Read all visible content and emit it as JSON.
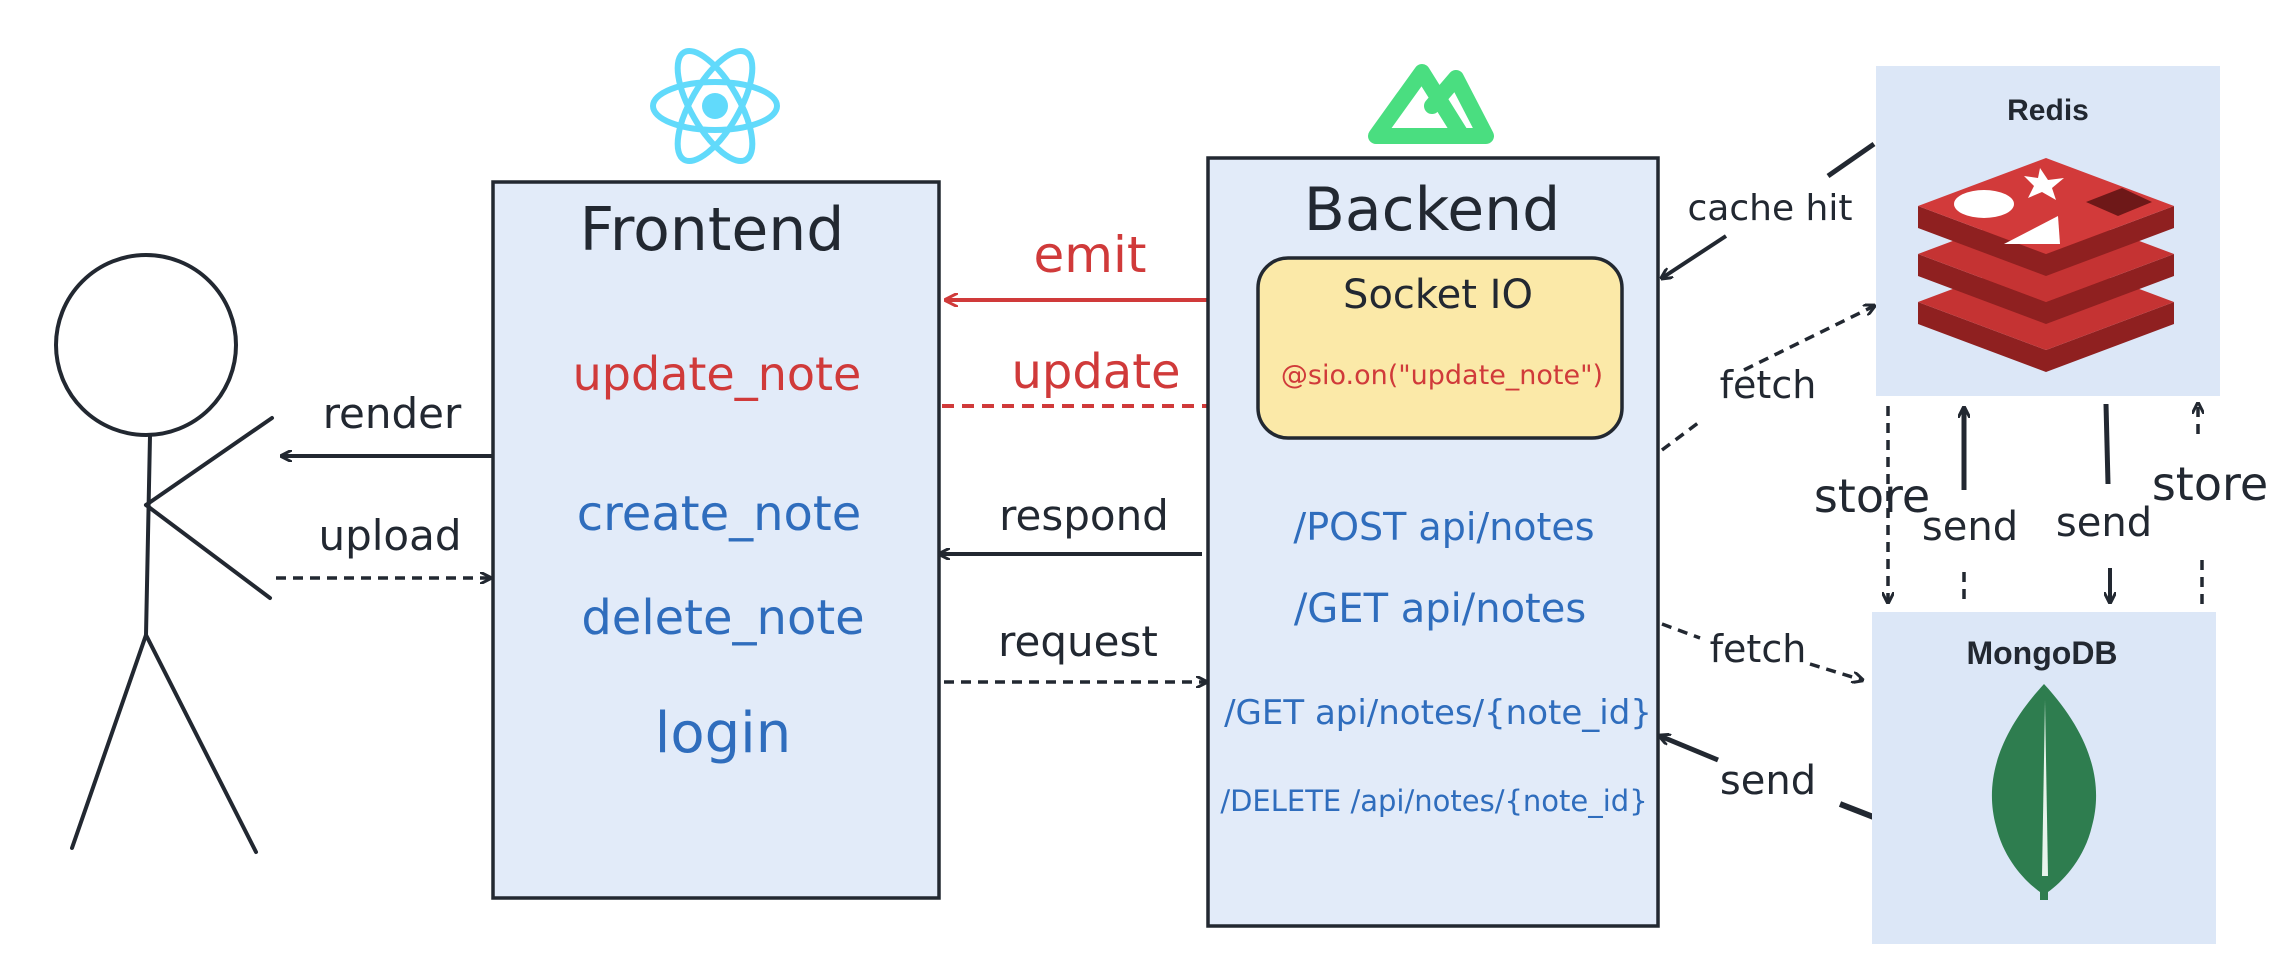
{
  "user_actions": {
    "render": "render",
    "upload": "upload"
  },
  "frontend": {
    "title": "Frontend",
    "logo_icon": "react-logo-icon",
    "items": {
      "update_note": "update_note",
      "create_note": "create_note",
      "delete_note": "delete_note",
      "login": "login"
    }
  },
  "messages": {
    "emit": "emit",
    "update": "update",
    "respond": "respond",
    "request": "request"
  },
  "backend": {
    "title": "Backend",
    "logo_icon": "nuxt-logo-icon",
    "socket": {
      "title": "Socket IO",
      "handler": "@sio.on(\"update_note\")"
    },
    "routes": {
      "post_notes": "/POST api/notes",
      "get_notes": "/GET api/notes",
      "get_note_id": "/GET api/notes/{note_id}",
      "delete_note_id": "/DELETE /api/notes/{note_id}"
    }
  },
  "connections": {
    "cache_hit": "cache hit",
    "fetch_redis": "fetch",
    "fetch_mongo": "fetch",
    "send_mongo": "send",
    "store_left": "store",
    "send_up": "send",
    "send_down": "send",
    "store_right": "store"
  },
  "redis": {
    "title": "Redis",
    "logo_icon": "redis-logo-icon"
  },
  "mongodb": {
    "title": "MongoDB",
    "logo_icon": "mongodb-leaf-icon"
  },
  "colors": {
    "box_fill": "#e2ebf9",
    "db_fill": "#dce7f7",
    "socket_fill": "#fbe9a8",
    "accent_red": "#d03a3a",
    "accent_blue": "#2f6dbd",
    "line": "#222831",
    "react": "#61dafb",
    "nuxt": "#4ade80",
    "redis": "#b32c2c",
    "mongo": "#2e7d4f"
  }
}
